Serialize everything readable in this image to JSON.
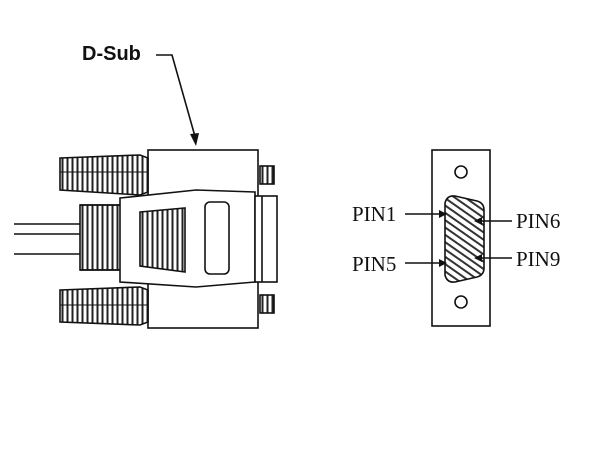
{
  "labels": {
    "connector": "D-Sub",
    "pin1": "PIN1",
    "pin5": "PIN5",
    "pin6": "PIN6",
    "pin9": "PIN9"
  },
  "colors": {
    "line": "#111111",
    "background": "#ffffff"
  }
}
